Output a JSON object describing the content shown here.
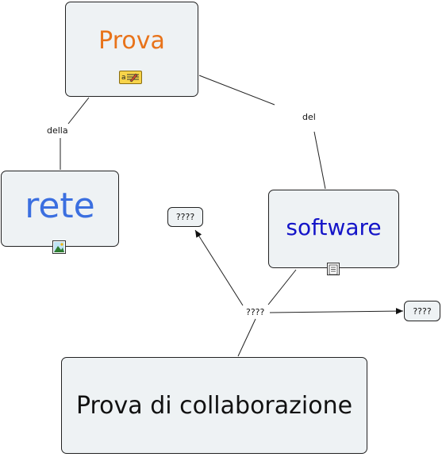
{
  "concepts": {
    "prova": {
      "label": "Prova",
      "color": "#e8731a"
    },
    "rete": {
      "label": "rete",
      "color": "#3b6fe0"
    },
    "software": {
      "label": "software",
      "color": "#1414c8"
    },
    "collab": {
      "label": "Prova di collaborazione",
      "color": "#111111"
    }
  },
  "links": {
    "della": "della",
    "del": "del",
    "hub": "????"
  },
  "bubbles": {
    "left": "????",
    "right": "????"
  },
  "icons": {
    "prova": "text-note-icon",
    "rete": "image-icon",
    "software": "document-icon"
  }
}
